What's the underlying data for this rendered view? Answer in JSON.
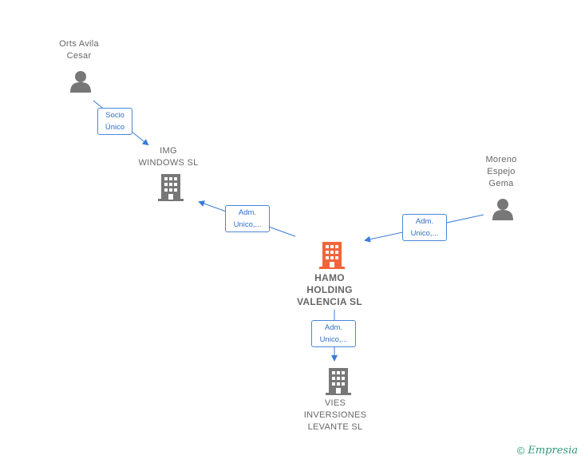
{
  "nodes": [
    {
      "id": "orts",
      "type": "person",
      "label": "Orts Avila\nCesar",
      "color": "#777777"
    },
    {
      "id": "img",
      "type": "company",
      "label": "IMG\nWINDOWS  SL",
      "color": "#777777"
    },
    {
      "id": "moreno",
      "type": "person",
      "label": "Moreno\nEspejo\nGema",
      "color": "#777777"
    },
    {
      "id": "hamo",
      "type": "company",
      "label": "HAMO\nHOLDING\nVALENCIA  SL",
      "color": "#f2643a"
    },
    {
      "id": "vies",
      "type": "company",
      "label": "VIES\nINVERSIONES\nLEVANTE  SL",
      "color": "#777777"
    }
  ],
  "edges": [
    {
      "from": "orts",
      "to": "img",
      "label": "Socio\nÚnico"
    },
    {
      "from": "hamo",
      "to": "img",
      "label": "Adm.\nUnico,..."
    },
    {
      "from": "moreno",
      "to": "hamo",
      "label": "Adm.\nUnico,..."
    },
    {
      "from": "hamo",
      "to": "vies",
      "label": "Adm.\nUnico,..."
    }
  ],
  "footer": {
    "copyright": "©",
    "brand": "Empresia"
  },
  "colors": {
    "edge": "#3a7bd5",
    "accent": "#f2643a",
    "node": "#777777"
  }
}
